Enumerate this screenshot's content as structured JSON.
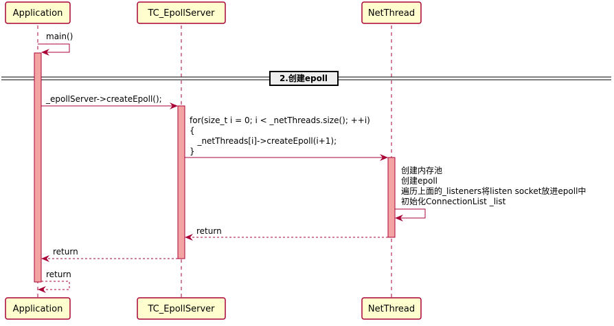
{
  "participants": {
    "application": "Application",
    "server": "TC_EpollServer",
    "netthread": "NetThread"
  },
  "section": {
    "title": "2.创建epoll"
  },
  "messages": {
    "main_call": "main()",
    "create_epoll_call": "_epollServer->createEpoll();",
    "loop_lines": [
      "for(size_t i = 0; i < _netThreads.size(); ++i)",
      "{",
      "   _netThreads[i]->createEpoll(i+1);",
      "}"
    ],
    "netthread_lines": [
      "创建内存池",
      "创建epoll",
      "遍历上面的_listeners将listen socket放进epoll中",
      "初始化ConnectionList _list"
    ],
    "return_to_server": "return",
    "return_to_app": "return",
    "self_return": "return"
  },
  "colors": {
    "participant_fill": "#FEFECE",
    "border": "#A80036",
    "activation_fill": "#F4A3A3",
    "section_fill": "#EEEEEE"
  }
}
